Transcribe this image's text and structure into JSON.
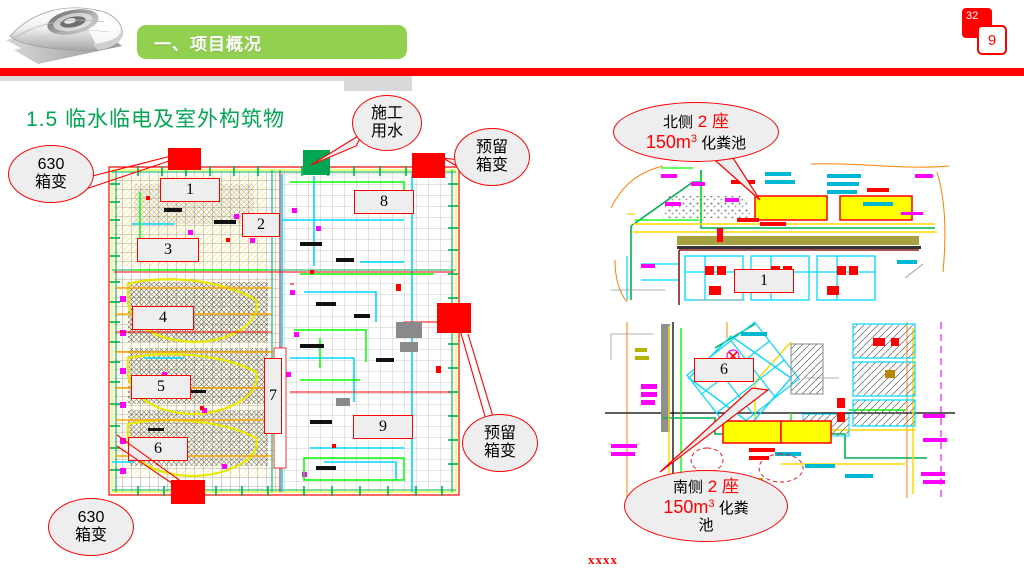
{
  "header": {
    "section_label": "一、项目概况",
    "accent_green": "#92d050",
    "rule_red": "#ff0000",
    "page_total": "32",
    "page_current": "9",
    "logo": "high-speed-train-illustration"
  },
  "title": {
    "text": "1.5  临水临电及室外构筑物",
    "color": "#00a651"
  },
  "left_plan": {
    "name": "site-electrical-plan",
    "number_labels": [
      "1",
      "2",
      "3",
      "4",
      "5",
      "6",
      "7",
      "8",
      "9"
    ],
    "markers": [
      {
        "id": "m-630-top",
        "type": "transformer",
        "color": "#ff0000"
      },
      {
        "id": "m-construction-water",
        "type": "water-point",
        "color": "#00a651"
      },
      {
        "id": "m-reserved-top",
        "type": "transformer",
        "color": "#ff0000"
      },
      {
        "id": "m-reserved-mid",
        "type": "transformer",
        "color": "#ff0000"
      },
      {
        "id": "m-630-bottom",
        "type": "transformer",
        "color": "#ff0000"
      }
    ],
    "callouts": [
      {
        "id": "callout-630-top",
        "lines": [
          "630",
          "箱变"
        ]
      },
      {
        "id": "callout-construction-water",
        "lines": [
          "施工",
          "用水"
        ]
      },
      {
        "id": "callout-reserved-top",
        "lines": [
          "预留",
          "箱变"
        ]
      },
      {
        "id": "callout-reserved-bottom",
        "lines": [
          "预留",
          "箱变"
        ]
      },
      {
        "id": "callout-630-bottom",
        "lines": [
          "630",
          "箱变"
        ]
      }
    ]
  },
  "right_plans": {
    "north": {
      "name": "north-septic-tank-plan",
      "number_label": "1",
      "tank_count": 2,
      "callout": {
        "id": "callout-north-septic",
        "line1": [
          {
            "t": "北侧",
            "c": "#000000"
          },
          {
            "t": " 2 ",
            "c": "#ff0000"
          },
          {
            "t": "座",
            "c": "#ff0000"
          }
        ],
        "line2": [
          {
            "t": "150m",
            "c": "#ff0000"
          },
          {
            "t": "3",
            "c": "#ff0000",
            "sup": true
          },
          {
            "t": " 化粪池",
            "c": "#000000"
          }
        ]
      }
    },
    "south": {
      "name": "south-septic-tank-plan",
      "number_label": "6",
      "tank_count": 2,
      "callout": {
        "id": "callout-south-septic",
        "line1": [
          {
            "t": "南侧",
            "c": "#000000"
          },
          {
            "t": " 2 ",
            "c": "#ff0000"
          },
          {
            "t": "座",
            "c": "#ff0000"
          }
        ],
        "line2": [
          {
            "t": "150m",
            "c": "#ff0000"
          },
          {
            "t": "3",
            "c": "#ff0000",
            "sup": true
          },
          {
            "t": " 化粪",
            "c": "#000000"
          }
        ],
        "line3": [
          {
            "t": "池",
            "c": "#000000"
          }
        ]
      }
    }
  },
  "footer": {
    "text": "xxxx",
    "color": "#ff0000"
  }
}
